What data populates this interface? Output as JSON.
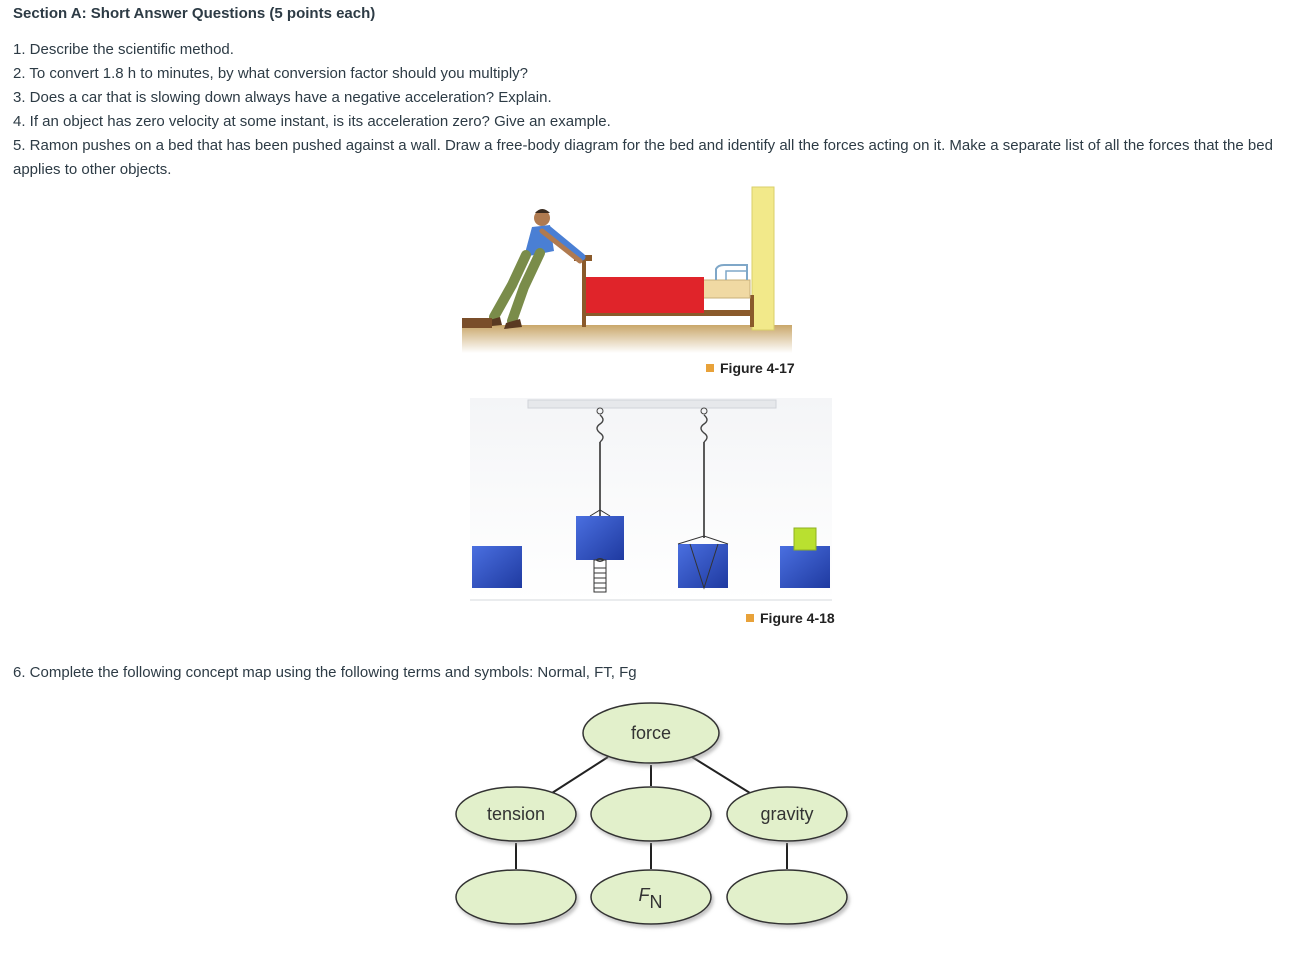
{
  "section_title": "Section A: Short Answer Questions (5 points each)",
  "questions": [
    "1. Describe the scientific method.",
    "2. To convert 1.8 h to minutes, by what conversion factor should you multiply?",
    "3. Does a car that is slowing down always have a negative acceleration? Explain.",
    "4. If an object has zero velocity at some instant, is its acceleration zero? Give an example.",
    "5. Ramon pushes on a bed that has been pushed against a wall. Draw a free-body diagram for the bed and identify all the forces acting on it. Make a separate list of all the forces that the bed applies to other objects.",
    "6. Complete the following concept map using the following terms and symbols: Normal, FT, Fg"
  ],
  "figures": {
    "fig1_caption": "Figure 4-17",
    "fig2_caption": "Figure 4-18"
  },
  "concept_map": {
    "top": "force",
    "left": "tension",
    "middle": "",
    "right": "gravity",
    "bottom_left": "",
    "bottom_middle_symbol": "F",
    "bottom_middle_subscript": "N",
    "bottom_right": ""
  },
  "colors": {
    "node_fill": "#e2f0cb",
    "bed_red": "#e0242a",
    "wall_yellow": "#f2e98a",
    "block_blue": "#2f52c2"
  }
}
